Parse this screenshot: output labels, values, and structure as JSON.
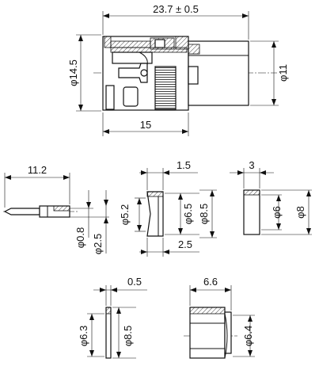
{
  "connector": {
    "overall_length": "23.7 ± 0.5",
    "outer_diameter": "φ14.5",
    "rear_diameter": "φ11",
    "body_length": "15"
  },
  "pin": {
    "length": "11.2",
    "dia_small": "φ0.8",
    "dia_large": "φ2.5"
  },
  "insulator": {
    "width_top": "1.5",
    "dia_inner": "φ5.2",
    "dia_mid": "φ6.5",
    "dia_outer": "φ8.5",
    "width_bottom": "2.5"
  },
  "sleeve": {
    "width": "3",
    "dia_inner": "φ6",
    "dia_outer": "φ8"
  },
  "washer": {
    "thickness": "0.5",
    "dia_inner": "φ6.3",
    "dia_outer": "φ8.5"
  },
  "clamp_nut": {
    "length": "6.6",
    "dia": "φ6.4"
  }
}
